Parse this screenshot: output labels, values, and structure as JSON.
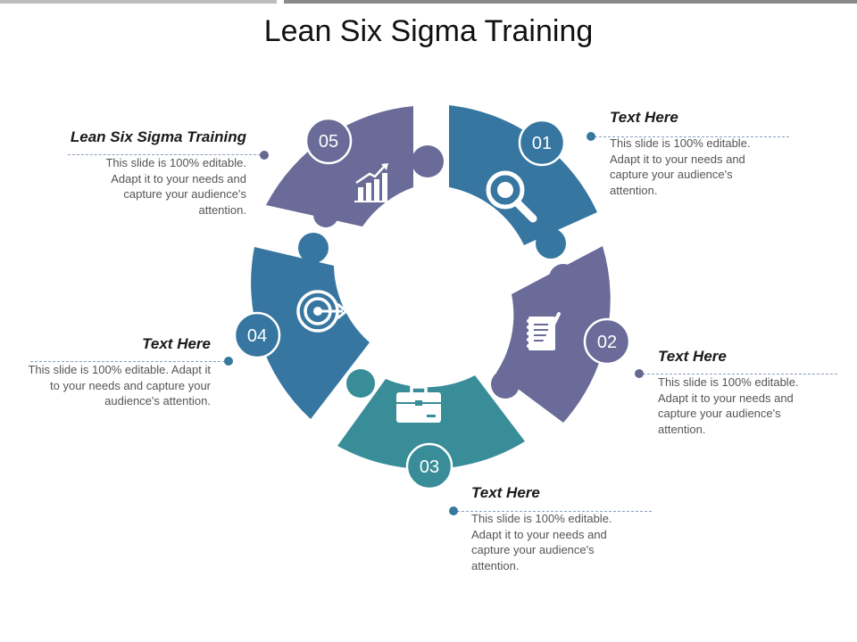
{
  "title": "Lean Six Sigma Training",
  "colors": {
    "purple": "#6a6b98",
    "blue": "#3676a0",
    "teal": "#388d99",
    "icon": "#ffffff",
    "connector_dot_top": "#35799f",
    "connector_dot_purple": "#66688f"
  },
  "segments": [
    {
      "number": "01",
      "icon": "magnifier-icon",
      "color": "blue"
    },
    {
      "number": "02",
      "icon": "notepad-pencil-icon",
      "color": "purple"
    },
    {
      "number": "03",
      "icon": "briefcase-icon",
      "color": "teal"
    },
    {
      "number": "04",
      "icon": "target-icon",
      "color": "blue"
    },
    {
      "number": "05",
      "icon": "growth-chart-icon",
      "color": "purple"
    }
  ],
  "callouts": {
    "c01": {
      "heading": "Text Here",
      "body": "This slide is 100% editable. Adapt it to your needs and capture your audience's attention."
    },
    "c02": {
      "heading": "Text Here",
      "body": "This slide is 100% editable. Adapt it to your needs and capture your audience's attention."
    },
    "c03": {
      "heading": "Text Here",
      "body": "This slide is 100% editable. Adapt it to your needs and capture your audience's attention."
    },
    "c04": {
      "heading": "Text Here",
      "body": "This slide is 100% editable. Adapt it to your needs and capture your audience's attention."
    },
    "c05": {
      "heading": "Lean Six Sigma Training",
      "body": "This slide is 100% editable. Adapt it to your needs and capture your audience's attention."
    }
  }
}
